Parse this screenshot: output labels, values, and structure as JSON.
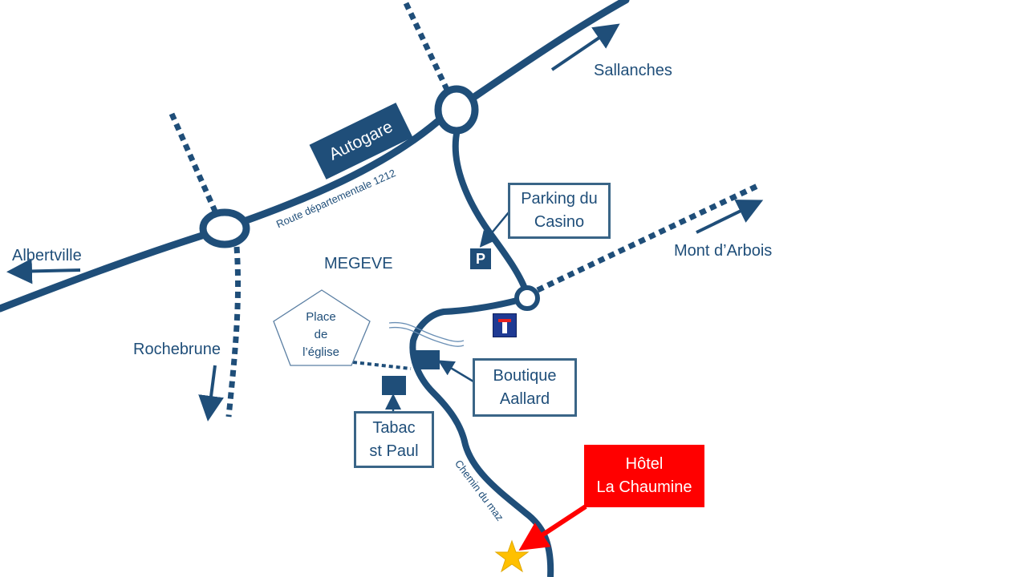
{
  "map": {
    "town": "MEGEVE",
    "directions": {
      "sallanches": "Sallanches",
      "albertville": "Albertville",
      "rochebrune": "Rochebrune",
      "mont_arbois": "Mont d’Arbois"
    },
    "roads": {
      "main_road": "Route départementale 1212",
      "chemin": "Chemin du maz"
    },
    "landmarks": {
      "autogare": "Autogare",
      "parking_line1": "Parking du",
      "parking_line2": "Casino",
      "parking_sign": "P",
      "place_line1": "Place",
      "place_line2": "de",
      "place_line3": "l’église",
      "boutique_line1": "Boutique",
      "boutique_line2": "Aallard",
      "tabac_line1": "Tabac",
      "tabac_line2": "st Paul",
      "hotel_line1": "Hôtel",
      "hotel_line2": "La Chaumine"
    },
    "colors": {
      "road": "#1f4e79",
      "hotel_bg": "#ff0000",
      "hotel_arrow": "#ff0000",
      "star": "#ffc000",
      "box_border": "#3a6587",
      "dead_end_sign": "#1f3a93"
    },
    "icons": {
      "parking": "parking-sign-icon",
      "dead_end": "dead-end-sign-icon",
      "destination": "star-icon"
    }
  }
}
